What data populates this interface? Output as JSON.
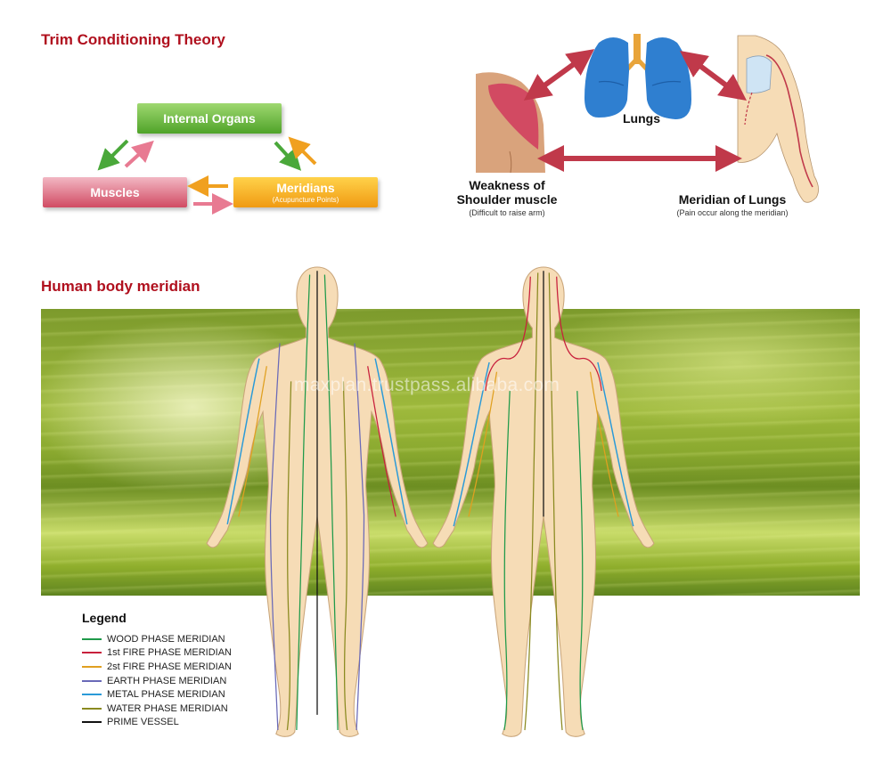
{
  "titles": {
    "theory": "Trim Conditioning Theory",
    "meridian": "Human body meridian"
  },
  "theory_diagram": {
    "organs": "Internal Organs",
    "muscles": "Muscles",
    "meridians": "Meridians",
    "meridians_sub": "(Acupuncture Points)"
  },
  "lung_diagram": {
    "lungs": "Lungs",
    "weakness_line1": "Weakness of",
    "weakness_line2": "Shoulder muscle",
    "weakness_sub": "(Difficult to raise arm)",
    "meridian_title": "Meridian of Lungs",
    "meridian_sub": "(Pain occur along the meridian)"
  },
  "watermark": "maxplan.trustpass.alibaba.com",
  "legend": {
    "title": "Legend",
    "items": [
      {
        "label": "WOOD PHASE MERIDIAN",
        "color": "#1f9a4a"
      },
      {
        "label": "1st FIRE PHASE MERIDIAN",
        "color": "#c8203c"
      },
      {
        "label": "2st FIRE PHASE MERIDIAN",
        "color": "#e0a020"
      },
      {
        "label": "EARTH PHASE MERIDIAN",
        "color": "#6a6ab8"
      },
      {
        "label": "METAL PHASE MERIDIAN",
        "color": "#2a9ad8"
      },
      {
        "label": "WATER  PHASE MERIDIAN",
        "color": "#8a8a20"
      },
      {
        "label": "PRIME VESSEL",
        "color": "#111111"
      }
    ]
  },
  "colors": {
    "title_red": "#b0101e",
    "arrow_red": "#c0394a",
    "skin": "#f6dcb6",
    "lung_blue": "#2f7fd0"
  }
}
